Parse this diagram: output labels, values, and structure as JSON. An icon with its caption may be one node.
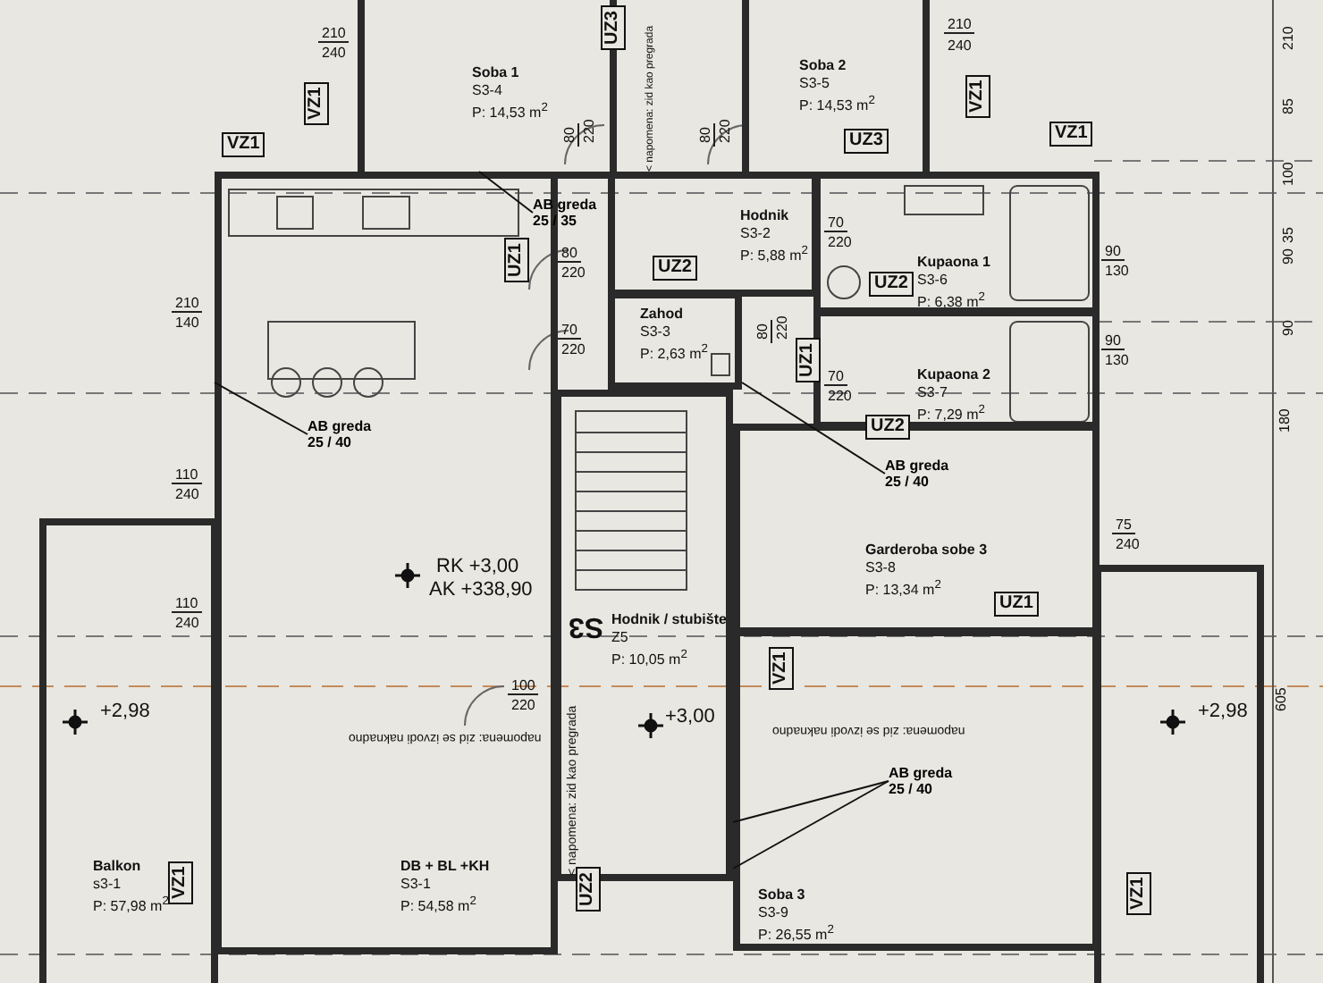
{
  "diagram": {
    "nodes": [
      {
        "text": [
          "Soba 1",
          "S3-4",
          "P: 14,53 m$^{2}$"
        ]
      },
      {
        "text": [
          "Soba 2",
          "S3-5",
          "P: 14,53 m$^{2}$"
        ]
      },
      {
        "text": [
          "Hodnik",
          "S3-2",
          "P: 5,88 m$^{2}$"
        ]
      },
      {
        "text": [
          "Zahod",
          "S3-3",
          "P: 2,63 m$^{2}$"
        ]
      },
      {
        "text": [
          "Kupaona 1",
          "S3-6",
          "P: 6,38 m$^{2}$"
        ]
      },
      {
        "text": [
          "Kupaona 2",
          "S3-7",
          "P: 7,29 m$^{2}$"
        ]
      },
      {
        "text": [
          "Garderoba sobe 3",
          "S3-8",
          "P: 13,34 m$^{2}$"
        ]
      },
      {
        "text": [
          "Hodnik / stubište",
          "Z5",
          "P: 10,05 m$^{2}$"
        ]
      },
      {
        "text": [
          "DB + BL +KH",
          "S3-1",
          "P: 54,58 m$^{2}$"
        ]
      },
      {
        "text": [
          "Soba 3",
          "S3-9",
          "P: 26,55 m$^{2}$"
        ]
      },
      {
        "text": [
          "Balkon",
          "s3-1",
          "P: 57,98 m$^{2}$"
        ]
      },
      {
        "text": [
          "AB greda",
          "25 / 35"
        ]
      },
      {
        "text": [
          "AB greda",
          "25 / 40"
        ],
        "in": 8
      },
      {
        "text": [
          "AB greda",
          "25 / 40"
        ],
        "in": 6
      },
      {
        "text": [
          "AB greda",
          "25 / 40"
        ],
        "in": 9
      },
      {
        "text": [],
        "shape": "box"
      }
    ],
    "edges": [
      {
        "from": 11,
        "to": 8,
        "arrow": "none"
      },
      {
        "from": 12,
        "to": 8,
        "arrow": "none"
      },
      {
        "from": 13,
        "to": 3,
        "arrow": "none"
      },
      {
        "from": 14,
        "to": 7,
        "arrow": "none"
      },
      {
        "from": 14,
        "to": 7,
        "arrow": "none"
      }
    ],
    "labels": [
      "210",
      "240",
      "210",
      "240",
      "UZ3",
      "VZ1",
      "VZ1",
      "UZ3",
      "VZ1",
      "VZ1",
      "80",
      "220",
      "80",
      "220",
      "< napomena: zid kao pregrada",
      "210",
      "85",
      "100",
      "35",
      "90",
      "90",
      "80",
      "220",
      "70",
      "220",
      "UZ2",
      "UZ1",
      "70",
      "220",
      "UZ2",
      "90",
      "130",
      "80",
      "220",
      "90",
      "130",
      "UZ1",
      "70",
      "220",
      "210",
      "140",
      "UZ2",
      "180",
      "110",
      "240",
      "RK +3,00",
      "AK +338,90",
      "75",
      "240",
      "UZ1",
      "110",
      "240",
      "+2,98",
      "100",
      "220",
      "S3",
      "+3,00",
      "+2,98",
      "napomena: zid se izvodi naknadno",
      "napomena: zid se izvodi naknadno",
      "VZ1",
      "605",
      "< napomena: zid kao pregrada",
      "UZ2",
      "VZ1",
      "VZ1"
    ]
  }
}
